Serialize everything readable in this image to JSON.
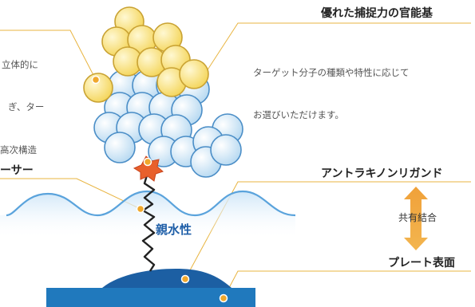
{
  "left_text": {
    "lines": [
      "立体的に",
      "ぎ、ター",
      "高次構造"
    ]
  },
  "right_heading": "優れた捕捉力の官能基",
  "right_body": {
    "lines": [
      "ターゲット分子の種類や特性に応じて",
      "お選びいただけます。"
    ]
  },
  "spacer_label": "ーサー",
  "hydrophilic_label": "親水性",
  "ligand_label": "アントラキノンリガンド",
  "covalent_label": "共有結合",
  "plate_label": "プレート表面",
  "colors": {
    "yellow_fill": "#fbe48a",
    "yellow_stroke": "#c9a233",
    "blue_fill": "#d6ebf8",
    "blue_stroke": "#4b8ec7",
    "accent_orange": "#e8922a",
    "guide_line": "#e8b440",
    "ligand_red": "#e8602c",
    "wave_blue": "#5aa3dc",
    "plate_blue": "#2079bd",
    "mound_blue": "#1c5fa3",
    "hydrophilic_blue": "#1f5fa8"
  }
}
